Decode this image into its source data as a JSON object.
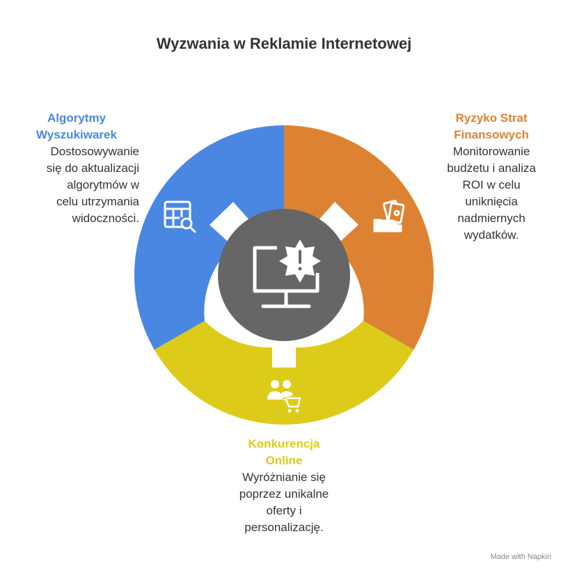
{
  "title": "Wyzwania w Reklamie Internetowej",
  "colors": {
    "blue": "#4a87e3",
    "orange": "#dd8233",
    "yellow": "#ddcb19",
    "center": "#666666",
    "text": "#333333"
  },
  "segments": [
    {
      "key": "blue",
      "heading": "Algorytmy Wyszukiwarek",
      "heading_lines": [
        "Algorytmy",
        "Wyszukiwarek"
      ],
      "description_lines": [
        "Dostosowywanie",
        "się do aktualizacji",
        "algorytmów w",
        "celu utrzymania",
        "widoczności."
      ],
      "icon": "search-table-icon"
    },
    {
      "key": "orange",
      "heading": "Ryzyko Strat Finansowych",
      "heading_lines": [
        "Ryzyko Strat",
        "Finansowych"
      ],
      "description_lines": [
        "Monitorowanie",
        "budżetu i analiza",
        "ROI w celu",
        "uniknięcia",
        "nadmiernych",
        "wydatków."
      ],
      "icon": "money-hand-icon"
    },
    {
      "key": "yellow",
      "heading": "Konkurencja Online",
      "heading_lines": [
        "Konkurencja",
        "Online"
      ],
      "description_lines": [
        "Wyróżnianie się",
        "poprzez unikalne",
        "oferty i",
        "personalizację."
      ],
      "icon": "shoppers-cart-icon"
    }
  ],
  "center_icon": "monitor-alert-icon",
  "footer": "Made with  Napkin"
}
